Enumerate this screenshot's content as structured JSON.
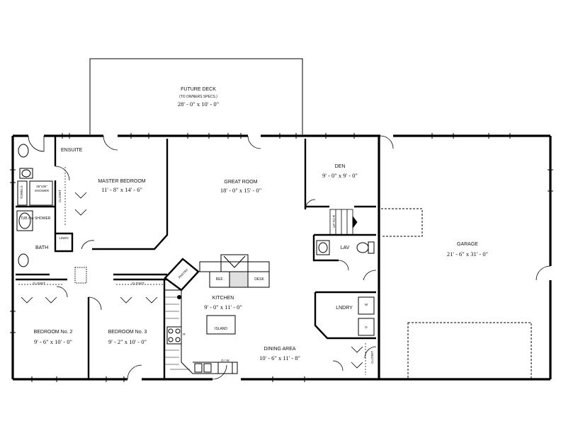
{
  "deck": {
    "name": "FUTURE DECK",
    "note": "(TO OWNERS SPECS.)",
    "size": "28' - 0\" x 10' - 0\""
  },
  "rooms": {
    "ensuite": "ENSUITE",
    "master": {
      "name": "MASTER BEDROOM",
      "size": "11' - 8\" x 14' - 6\""
    },
    "great": {
      "name": "GREAT ROOM",
      "size": "18' - 0\" x 15' - 0\""
    },
    "den": {
      "name": "DEN",
      "size": "9' - 0\" x 9' - 0\""
    },
    "garage": {
      "name": "GARAGE",
      "size": "21' - 6\" x 31' - 0\""
    },
    "lav": "LAV",
    "bath": "BATH",
    "linen": "LINEN",
    "kitchen": {
      "name": "KITCHEN",
      "size": "9' - 0\" x 11' - 0\""
    },
    "laundry": "LNDRY",
    "bed2": {
      "name": "BEDROOM No. 2",
      "size": "9' - 6\" x 10' - 0\""
    },
    "bed3": {
      "name": "BEDROOM No. 3",
      "size": "9' - 2\" x 10' - 0\""
    },
    "dining": {
      "name": "DINING AREA",
      "size": "10' - 6\" x 11' - 8\""
    }
  },
  "fixtures": {
    "shower": "36\"x36\" SHOWER",
    "tub": "TUB c/w SHOWER",
    "towels": "TOWELS",
    "closet_master": "CLOSET",
    "closet_bed2": "CLOSET",
    "closet_bed3": "CLOSET",
    "closet_garage": "CLOSET",
    "pantry": "PANTRY",
    "ref": "REF.",
    "desk": "DESK",
    "island": "ISLAND",
    "dw": "D / W",
    "stairs": "UP TO R",
    "washer": "W",
    "dryer": "D",
    "range": "R"
  }
}
